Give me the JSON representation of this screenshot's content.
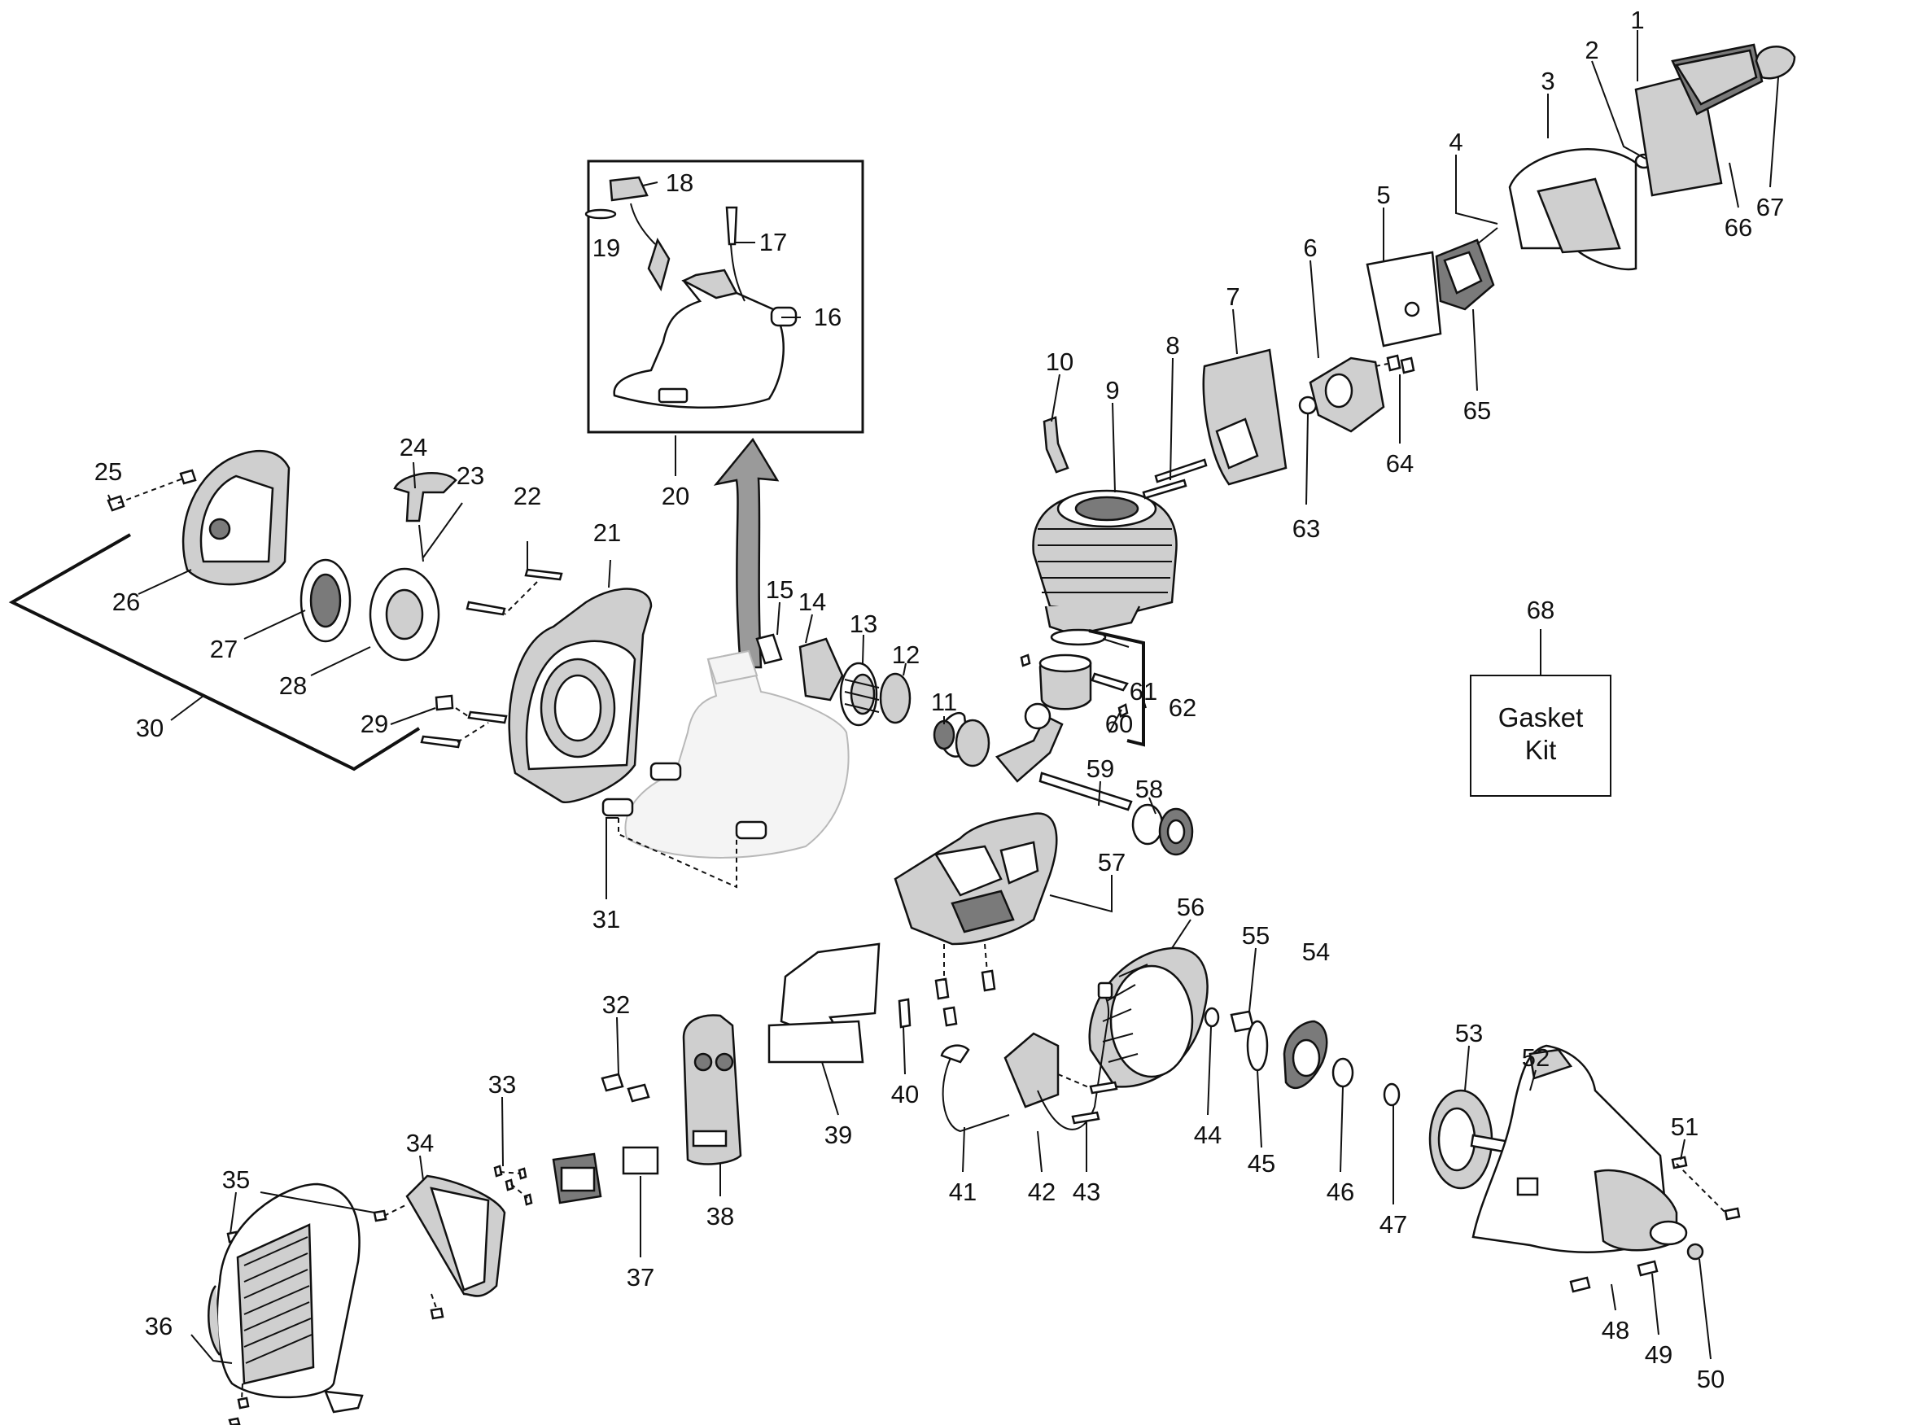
{
  "parts": [
    {
      "id": "1",
      "label": "1"
    },
    {
      "id": "2",
      "label": "2"
    },
    {
      "id": "3",
      "label": "3"
    },
    {
      "id": "4",
      "label": "4"
    },
    {
      "id": "5",
      "label": "5"
    },
    {
      "id": "6",
      "label": "6"
    },
    {
      "id": "7",
      "label": "7"
    },
    {
      "id": "8",
      "label": "8"
    },
    {
      "id": "9",
      "label": "9"
    },
    {
      "id": "10",
      "label": "10"
    },
    {
      "id": "11",
      "label": "11"
    },
    {
      "id": "12",
      "label": "12"
    },
    {
      "id": "13",
      "label": "13"
    },
    {
      "id": "14",
      "label": "14"
    },
    {
      "id": "15",
      "label": "15"
    },
    {
      "id": "16",
      "label": "16"
    },
    {
      "id": "17",
      "label": "17"
    },
    {
      "id": "18",
      "label": "18"
    },
    {
      "id": "19",
      "label": "19"
    },
    {
      "id": "20",
      "label": "20"
    },
    {
      "id": "21",
      "label": "21"
    },
    {
      "id": "22",
      "label": "22"
    },
    {
      "id": "23",
      "label": "23"
    },
    {
      "id": "24",
      "label": "24"
    },
    {
      "id": "25",
      "label": "25"
    },
    {
      "id": "26",
      "label": "26"
    },
    {
      "id": "27",
      "label": "27"
    },
    {
      "id": "28",
      "label": "28"
    },
    {
      "id": "29",
      "label": "29"
    },
    {
      "id": "30",
      "label": "30"
    },
    {
      "id": "31",
      "label": "31"
    },
    {
      "id": "32",
      "label": "32"
    },
    {
      "id": "33",
      "label": "33"
    },
    {
      "id": "34",
      "label": "34"
    },
    {
      "id": "35",
      "label": "35"
    },
    {
      "id": "36",
      "label": "36"
    },
    {
      "id": "37",
      "label": "37"
    },
    {
      "id": "38",
      "label": "38"
    },
    {
      "id": "39",
      "label": "39"
    },
    {
      "id": "40",
      "label": "40"
    },
    {
      "id": "41",
      "label": "41"
    },
    {
      "id": "42",
      "label": "42"
    },
    {
      "id": "43",
      "label": "43"
    },
    {
      "id": "44",
      "label": "44"
    },
    {
      "id": "45",
      "label": "45"
    },
    {
      "id": "46",
      "label": "46"
    },
    {
      "id": "47",
      "label": "47"
    },
    {
      "id": "48",
      "label": "48"
    },
    {
      "id": "49",
      "label": "49"
    },
    {
      "id": "50",
      "label": "50"
    },
    {
      "id": "51",
      "label": "51"
    },
    {
      "id": "52",
      "label": "52"
    },
    {
      "id": "53",
      "label": "53"
    },
    {
      "id": "54",
      "label": "54"
    },
    {
      "id": "55",
      "label": "55"
    },
    {
      "id": "56",
      "label": "56"
    },
    {
      "id": "57",
      "label": "57"
    },
    {
      "id": "58",
      "label": "58"
    },
    {
      "id": "59",
      "label": "59"
    },
    {
      "id": "60",
      "label": "60"
    },
    {
      "id": "61",
      "label": "61"
    },
    {
      "id": "62",
      "label": "62"
    },
    {
      "id": "63",
      "label": "63"
    },
    {
      "id": "64",
      "label": "64"
    },
    {
      "id": "65",
      "label": "65"
    },
    {
      "id": "66",
      "label": "66"
    },
    {
      "id": "67",
      "label": "67"
    },
    {
      "id": "68",
      "label": "68"
    }
  ],
  "gasket_kit": {
    "line1": "Gasket",
    "line2": "Kit"
  },
  "colors": {
    "ink": "#111111",
    "fill_grey": "#cfcfcf",
    "fill_dark": "#7a7a7a",
    "faint": "#b8b8b8"
  }
}
